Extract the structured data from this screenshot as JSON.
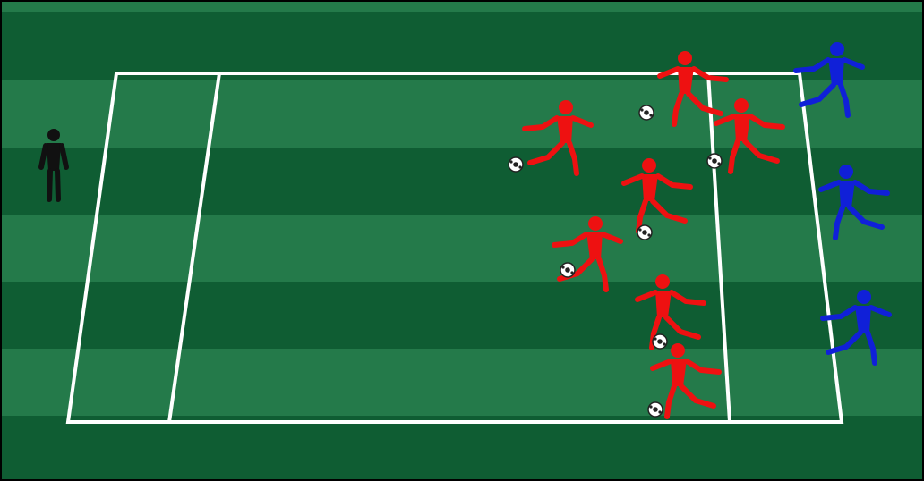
{
  "diagram": {
    "stripe_colors": [
      "#247a4a",
      "#0f5d33"
    ],
    "line_color": "#ffffff",
    "frame_color": "#000000"
  },
  "teams": {
    "coach": {
      "color": "#111111",
      "count": 1,
      "icon": "coach-figure-icon"
    },
    "attackers": {
      "color": "#ee1111",
      "count": 7,
      "icon": "red-player-icon",
      "with_ball": true
    },
    "defenders": {
      "color": "#1020d8",
      "count": 3,
      "icon": "blue-player-icon"
    }
  },
  "ball": {
    "icon": "soccer-ball-icon",
    "color": "#ffffff"
  }
}
